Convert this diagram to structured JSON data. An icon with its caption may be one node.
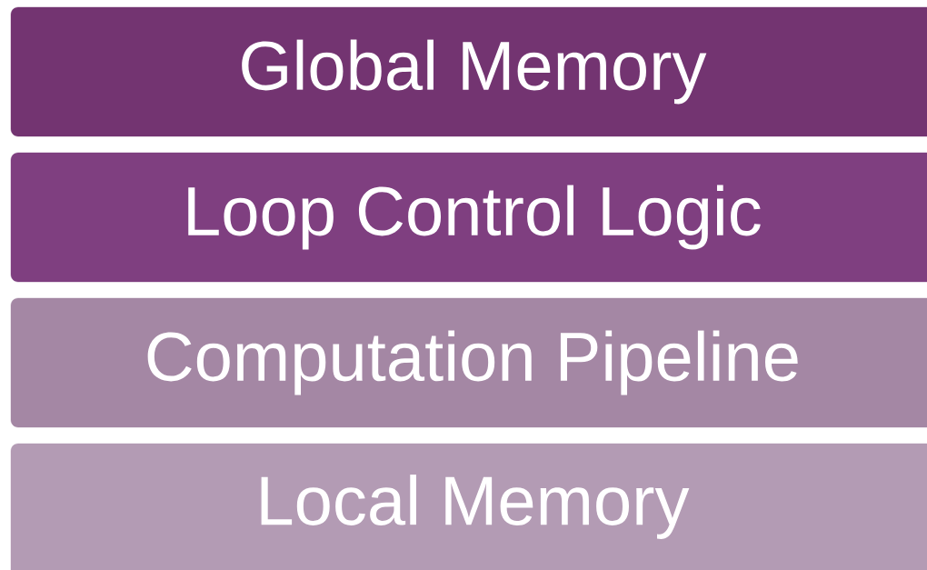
{
  "diagram": {
    "nodes": [
      {
        "text": [
          "Global Memory"
        ]
      },
      {
        "text": [
          "Loop Control Logic"
        ]
      },
      {
        "text": [
          "Computation Pipeline"
        ]
      },
      {
        "text": [
          "Local Memory"
        ]
      }
    ]
  }
}
